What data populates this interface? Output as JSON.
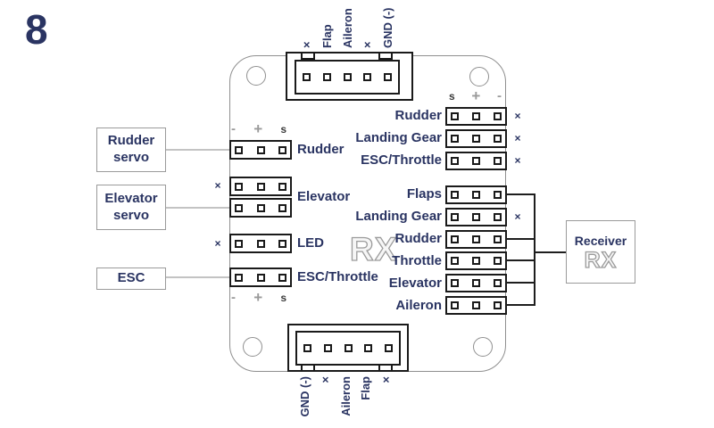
{
  "step": "8",
  "colors": {
    "navy": "#2a3462",
    "outline_gray": "#8f8f8f",
    "wire_gray": "#c3c3c3",
    "connector_black": "#1a1a1a"
  },
  "board": {
    "rx_silkscreen": "RX",
    "top_connector": {
      "labels": [
        "×",
        "Flap",
        "Aileron",
        "×",
        "GND (-)"
      ]
    },
    "bottom_connector": {
      "labels": [
        "GND (-)",
        "×",
        "Aileron",
        "Flap",
        "×"
      ]
    },
    "left_ports": {
      "top_marks": {
        "minus": "-",
        "plus": "+",
        "signal": "s"
      },
      "bottom_marks": {
        "minus": "-",
        "plus": "+",
        "signal": "s"
      },
      "labels": [
        "Rudder",
        "Elevator",
        "LED",
        "ESC/Throttle"
      ],
      "unused_marks": [
        "×",
        "×"
      ]
    },
    "right_top_ports": {
      "marks": {
        "signal": "s",
        "plus": "+",
        "minus": "-"
      },
      "labels": [
        "Rudder",
        "Landing Gear",
        "ESC/Throttle"
      ],
      "unused_marks": [
        "×",
        "×",
        "×"
      ]
    },
    "right_bottom_ports": {
      "labels": [
        "Flaps",
        "Landing Gear",
        "Rudder",
        "Throttle",
        "Elevator",
        "Aileron"
      ],
      "unused_mark": "×"
    }
  },
  "external_components": {
    "rudder_servo": "Rudder servo",
    "elevator_servo": "Elevator servo",
    "esc": "ESC",
    "receiver": {
      "label": "Receiver",
      "code": "RX"
    }
  }
}
